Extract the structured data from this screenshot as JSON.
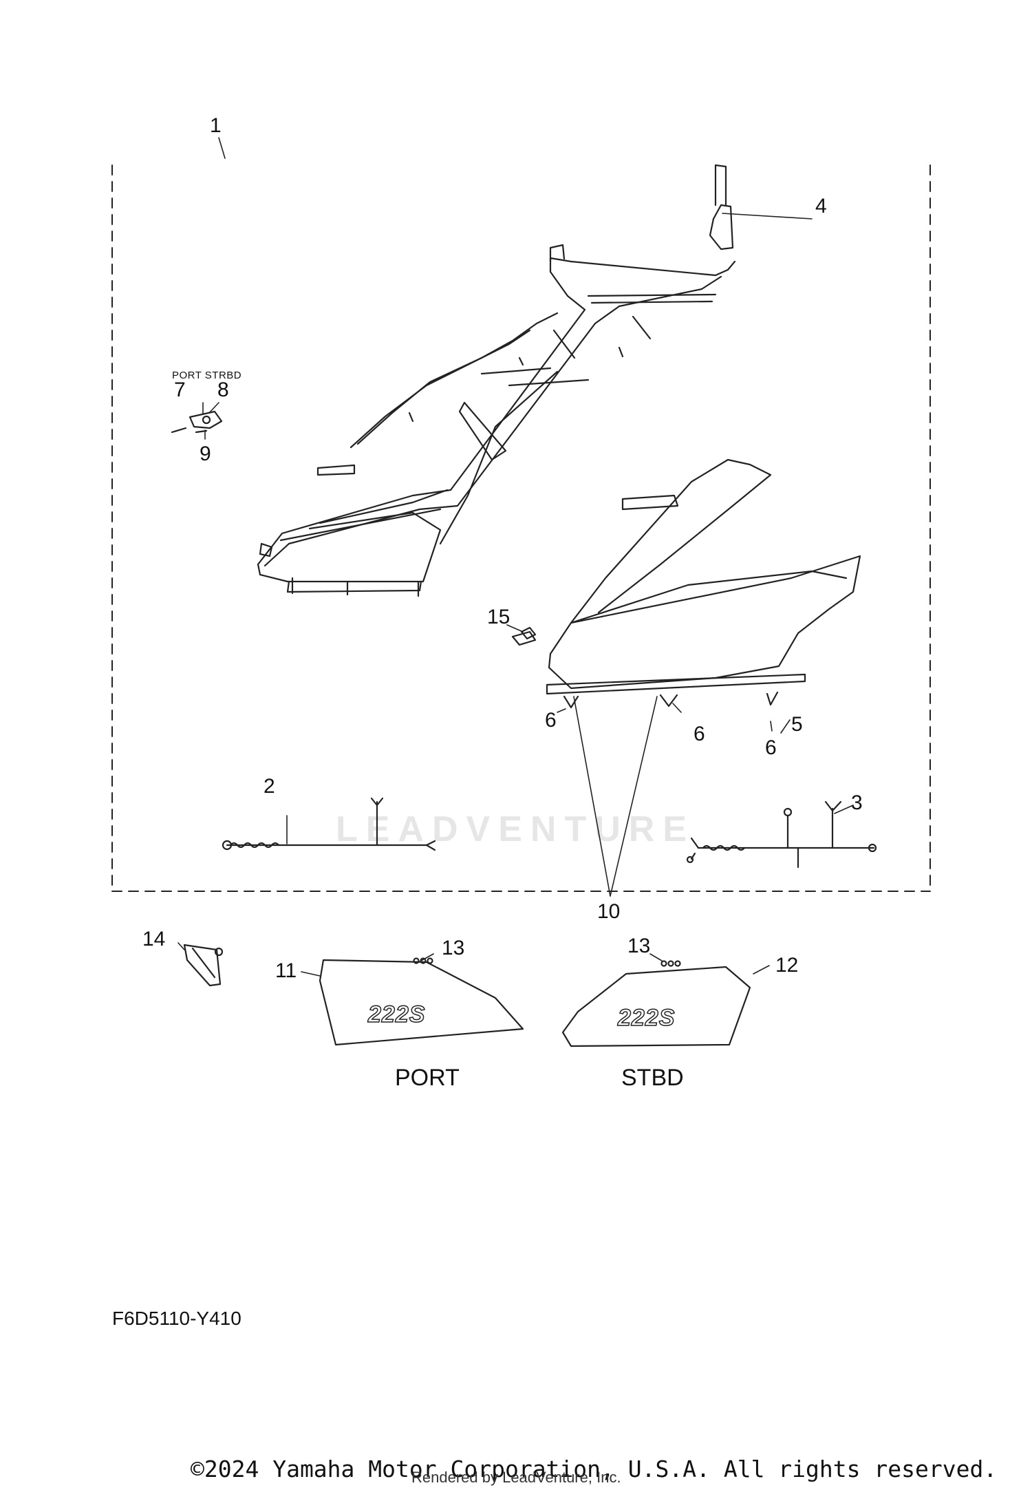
{
  "callouts": {
    "c1": "1",
    "c2": "2",
    "c3": "3",
    "c4": "4",
    "c5": "5",
    "c6a": "6",
    "c6b": "6",
    "c6c": "6",
    "c7": "7",
    "c8": "8",
    "c9": "9",
    "c10": "10",
    "c11": "11",
    "c12": "12",
    "c13a": "13",
    "c13b": "13",
    "c14": "14",
    "c15": "15"
  },
  "part_labels": {
    "port_stbd": "PORT  STRBD"
  },
  "decals": {
    "port_text": "222S",
    "stbd_text": "222S"
  },
  "side_labels": {
    "port": "PORT",
    "stbd": "STBD"
  },
  "diagram_code": "F6D5110-Y410",
  "watermark": "LEADVENTURE",
  "footer": {
    "copyright": "©2024 Yamaha Motor Corporation, U.S.A. All rights reserved.",
    "rendered_by": "Rendered by LeadVenture, Inc."
  }
}
